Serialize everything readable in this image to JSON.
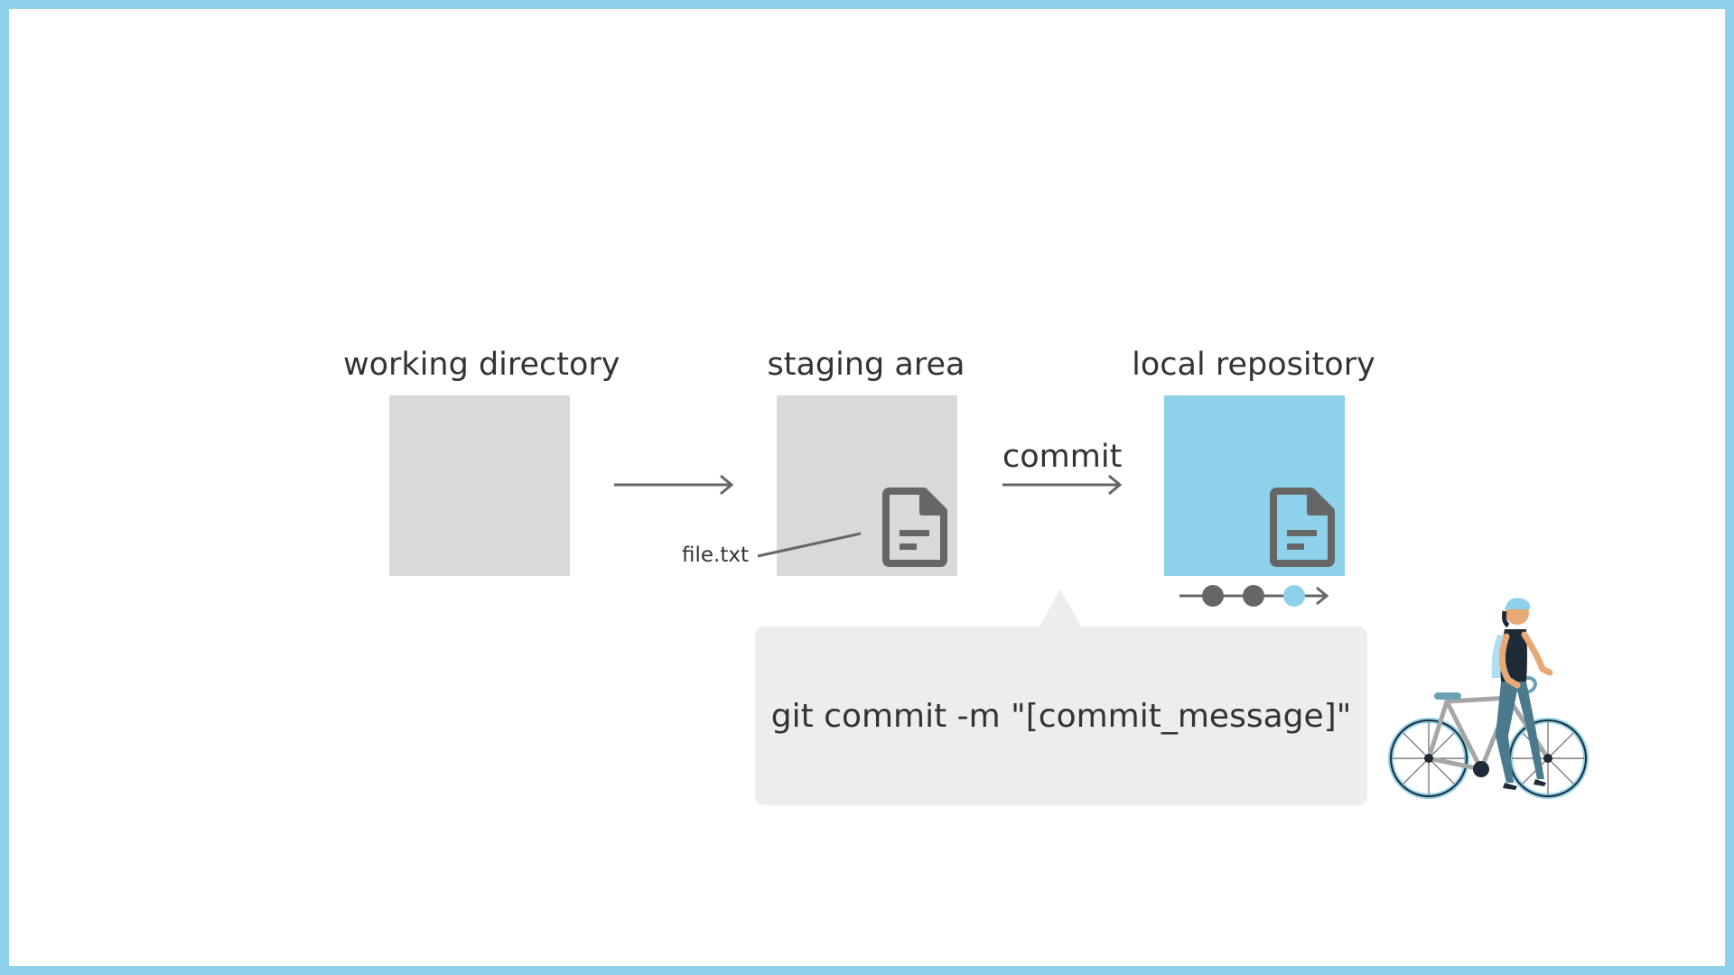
{
  "stages": {
    "working": {
      "label": "working directory"
    },
    "staging": {
      "label": "staging area"
    },
    "local": {
      "label": "local repository"
    }
  },
  "arrows": {
    "commit_label": "commit"
  },
  "file": {
    "label": "file.txt"
  },
  "command": {
    "text": "git commit -m \"[commit_message]\""
  },
  "colors": {
    "frame": "#8dd1ea",
    "box_gray": "#d9d9d9",
    "box_blue": "#8dd1ea",
    "icon_dark": "#666666",
    "bubble": "#ededed"
  },
  "icons": {
    "file": "document-icon",
    "history": "commit-history-icon",
    "illustration": "cyclist-with-bicycle-illustration"
  }
}
